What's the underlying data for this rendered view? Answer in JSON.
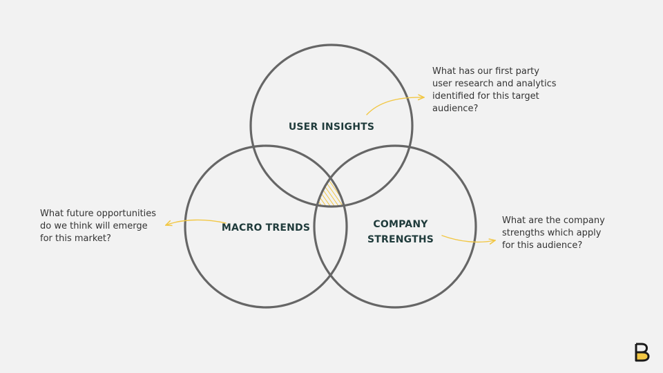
{
  "diagram": {
    "circles": {
      "top": "USER INSIGHTS",
      "left": "MACRO TRENDS",
      "right_line1": "COMPANY",
      "right_line2": "STRENGTHS"
    }
  },
  "notes": {
    "user_insights": [
      "What has our first party",
      "user research and analytics",
      "identified for this target",
      "audience?"
    ],
    "macro_trends": [
      "What future opportunities",
      "do we think will emerge",
      "for this market?"
    ],
    "company_strengths": [
      "What are the company",
      "strengths which apply",
      "for this audience?"
    ]
  },
  "colors": {
    "accent": "#f2c744",
    "circle_stroke": "#666666",
    "label_text": "#1f3b3b",
    "background": "#f2f2f2"
  },
  "icons": {
    "logo": "brand-logo-icon"
  }
}
